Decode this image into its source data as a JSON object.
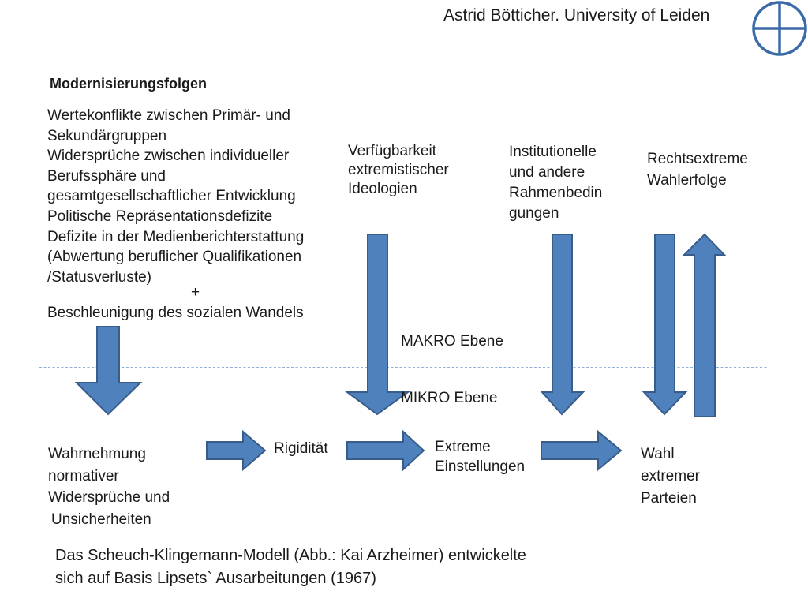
{
  "header": {
    "text": "Astrid Bötticher. University of Leiden",
    "logo_icon": "circle-cross-logo-icon"
  },
  "diagram": {
    "section_title": "Modernisierungsfolgen",
    "modernisierung_lines": [
      "Wertekonflikte zwischen Primär- und",
      "Sekundärgruppen",
      "Widersprüche zwischen individueller",
      "Berufssphäre und",
      "gesamtgesellschaftlicher Entwicklung",
      "Politische Repräsentationsdefizite",
      "Defizite in der Medienberichterstattung",
      "(Abwertung beruflicher Qualifikationen",
      "/Statusverluste)"
    ],
    "plus_sign": "+",
    "beschleunigung": "Beschleunigung des sozialen Wandels",
    "ideologien_lines": [
      "Verfügbarkeit",
      "extremistischer",
      "Ideologien"
    ],
    "institutionelle_lines": [
      "Institutionelle",
      "und andere",
      "Rahmenbedin",
      "gungen"
    ],
    "wahlerfolge_lines": [
      "Rechtsextreme",
      "Wahlerfolge"
    ],
    "makro_label": "MAKRO Ebene",
    "mikro_label": "MIKRO Ebene",
    "wahrnehmung_lines": [
      "Wahrnehmung",
      "normativer",
      "Widersprüche und",
      "Unsicherheiten"
    ],
    "rigiditaet": "Rigidität",
    "einstellungen_lines": [
      "Extreme",
      "Einstellungen"
    ],
    "wahl_lines": [
      "Wahl",
      "extremer",
      "Parteien"
    ],
    "colors": {
      "arrow_fill": "#4f81bd",
      "arrow_stroke": "#385d8a",
      "divider": "#4f81bd",
      "logo": "#3b6aa8"
    }
  },
  "caption_lines": [
    "Das Scheuch-Klingemann-Modell  (Abb.: Kai Arzheimer) entwickelte",
    "sich auf Basis Lipsets` Ausarbeitungen  (1967)"
  ]
}
